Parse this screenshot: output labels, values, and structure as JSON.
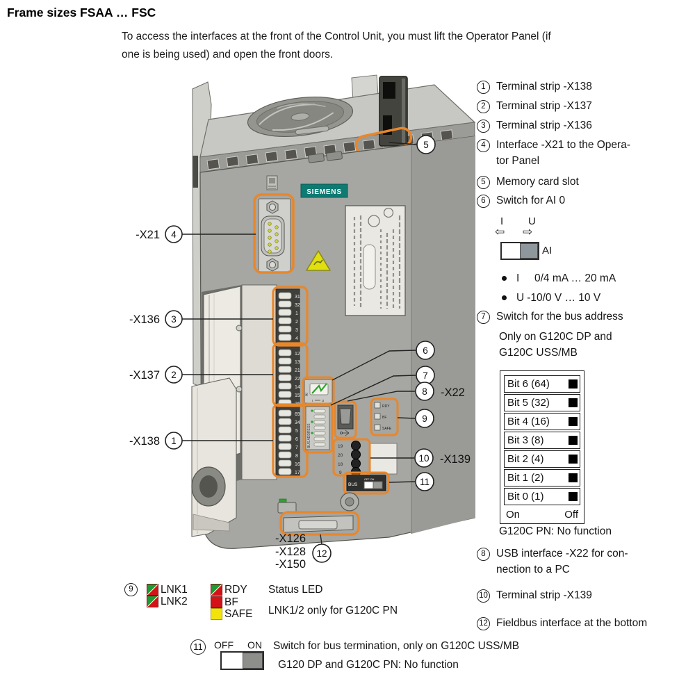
{
  "page": {
    "title": "Frame sizes FSAA … FSC",
    "intro_lines": [
      "To access the interfaces at the front of the Control Unit, you must lift the Operator Panel (if",
      "one is being used) and open the front doors."
    ]
  },
  "diagram": {
    "brand": "SIEMENS",
    "labels": {
      "x21": "-X21",
      "x136": "-X136",
      "x137": "-X137",
      "x138": "-X138",
      "x22": "-X22",
      "x139": "-X139",
      "x126": "-X126",
      "x128": "-X128",
      "x150": "-X150"
    },
    "nums": {
      "n1": "1",
      "n2": "2",
      "n3": "3",
      "n4": "4",
      "n5": "5",
      "n6": "6",
      "n7": "7",
      "n8": "8",
      "n9": "9",
      "n10": "10",
      "n11": "11",
      "n12": "12"
    },
    "terminals": {
      "x136": [
        "31",
        "32",
        "1",
        "2",
        "3",
        "4"
      ],
      "x137": [
        "12",
        "13",
        "21",
        "22",
        "14",
        "15",
        "26"
      ],
      "x138": [
        "69",
        "34",
        "5",
        "6",
        "7",
        "8",
        "16",
        "17"
      ],
      "x139": [
        "19",
        "20",
        "18",
        "9"
      ]
    },
    "small": {
      "ai": "AI",
      "i": "I",
      "u": "U",
      "bus_address": "BUS ADDRESS",
      "bus": "BUS",
      "off_on": "OFF  ON",
      "leds": [
        "RDY",
        "BF",
        "SAFE"
      ]
    }
  },
  "legend": {
    "items": [
      {
        "num": "1",
        "line1": "Terminal strip -X138"
      },
      {
        "num": "2",
        "line1": "Terminal strip -X137"
      },
      {
        "num": "3",
        "line1": "Terminal strip -X136"
      },
      {
        "num": "4",
        "line1": "Interface -X21 to the Opera-",
        "line2": "tor Panel"
      },
      {
        "num": "5",
        "line1": "Memory card slot"
      },
      {
        "num": "6",
        "line1": "Switch for AI 0"
      },
      {
        "num": "7",
        "line1": "Switch for the bus address",
        "sub1": "Only on G120C DP and",
        "sub2": "G120C USS/MB"
      },
      {
        "num": "8",
        "line1": "USB interface -X22 for con-",
        "line2": "nection to a PC"
      },
      {
        "num": "10",
        "line1": "Terminal strip -X139"
      },
      {
        "num": "12",
        "line1": "Fieldbus interface at the bottom"
      }
    ],
    "ai_switch": {
      "i": "I",
      "u": "U",
      "label": "AI",
      "bullets": [
        {
          "key": "I",
          "val": "0/4 mA … 20 mA"
        },
        {
          "key": "U",
          "val": "-10/0 V … 10 V"
        }
      ]
    },
    "bit_table": {
      "rows": [
        "Bit 6 (64)",
        "Bit 5 (32)",
        "Bit 4 (16)",
        "Bit 3 (8)",
        "Bit 2 (4)",
        "Bit 1 (2)",
        "Bit 0 (1)"
      ],
      "on": "On",
      "off": "Off"
    },
    "pn_note": "G120C PN: No function"
  },
  "status_led": {
    "num": "9",
    "items": [
      {
        "label": "LNK1",
        "color": "green-red"
      },
      {
        "label": "LNK2",
        "color": "green-red"
      },
      {
        "label": "RDY",
        "color": "green-red"
      },
      {
        "label": "BF",
        "color": "red"
      },
      {
        "label": "SAFE",
        "color": "yellow"
      }
    ],
    "title": "Status LED",
    "note": "LNK1/2 only for G120C PN"
  },
  "termination": {
    "num": "11",
    "off": "OFF",
    "on": "ON",
    "line1": "Switch for bus termination, only on G120C USS/MB",
    "line2": "G120 DP and G120C PN: No function"
  },
  "colors": {
    "highlight": "#E8872B",
    "siemens_teal": "#0E7B72",
    "led_green": "#1D9B34",
    "led_red": "#D31318",
    "led_yellow": "#F2E40A"
  }
}
